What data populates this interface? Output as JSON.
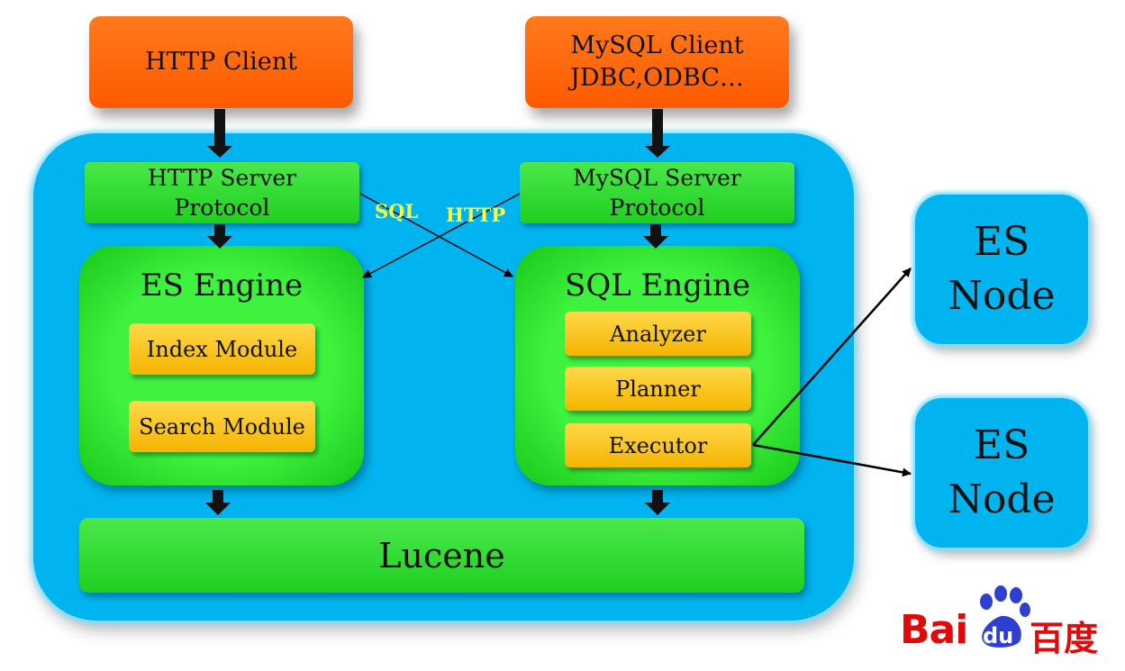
{
  "clients": {
    "http": "HTTP Client",
    "mysql_line1": "MySQL Client",
    "mysql_line2": "JDBC,ODBC…"
  },
  "servers": {
    "http_line1": "HTTP Server",
    "http_line2": "Protocol",
    "mysql_line1": "MySQL Server",
    "mysql_line2": "Protocol"
  },
  "cross_labels": {
    "sql": "SQL",
    "http": "HTTP"
  },
  "es_engine": {
    "title": "ES Engine",
    "modules": [
      "Index Module",
      "Search Module"
    ]
  },
  "sql_engine": {
    "title": "SQL Engine",
    "modules": [
      "Analyzer",
      "Planner",
      "Executor"
    ]
  },
  "lucene": "Lucene",
  "nodes": [
    {
      "line1": "ES",
      "line2": "Node"
    },
    {
      "line1": "ES",
      "line2": "Node"
    }
  ],
  "logo": {
    "latin_part1": "Bai",
    "paw_text": "du",
    "chinese": "百度"
  },
  "colors": {
    "client": "#ff6a00",
    "container": "#00b4f0",
    "green": "#2fdc2f",
    "module": "#fcc41c",
    "label": "#ffff3c",
    "logo_red": "#e00a0a",
    "logo_blue": "#2f3fcf"
  }
}
